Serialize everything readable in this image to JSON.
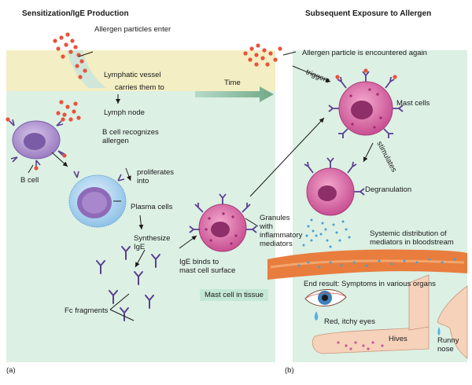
{
  "headers": {
    "left": "Sensitization/IgE Production",
    "right": "Subsequent Exposure to Allergen"
  },
  "panel_letters": {
    "a": "(a)",
    "b": "(b)"
  },
  "labels": {
    "allergen_enter": "Allergen particles enter",
    "lymphatic_vessel": "Lymphatic vessel",
    "carries": "carries them to",
    "lymph_node": "Lymph node",
    "b_cell_recognizes": "B cell recognizes\nallergen",
    "b_cell": "B cell",
    "proliferates": "proliferates\ninto",
    "plasma_cells": "Plasma cells",
    "synthesize": "Synthesize\nIgE",
    "fc_fragments": "Fc fragments",
    "ige_binds": "IgE binds to\nmast cell surface",
    "granules": "Granules\nwith\ninflammatory\nmediators",
    "mast_cell_tissue": "Mast cell in tissue",
    "time": "Time",
    "allergen_again": "Allergen particle is encountered again",
    "triggers": "triggers",
    "mast_cells": "Mast cells",
    "stimulates": "stimulates",
    "degranulation": "Degranulation",
    "systemic": "Systemic distribution of\nmediators in bloodstream",
    "end_result": "End result: Symptoms in various organs",
    "red_eyes": "Red, itchy eyes",
    "hives": "Hives",
    "runny_nose": "Runny\nnose"
  },
  "colors": {
    "tissue": "#f3eec3",
    "panel_green": "#dcf0e4",
    "allergen": "#e8523c",
    "b_cell": "#9b7bc1",
    "plasma_cell": "#8fc2e8",
    "mast_cell": "#c84f91",
    "antibody": "#5a3f8f",
    "vessel": "#e87d3e",
    "mediator": "#4a9fd0"
  }
}
